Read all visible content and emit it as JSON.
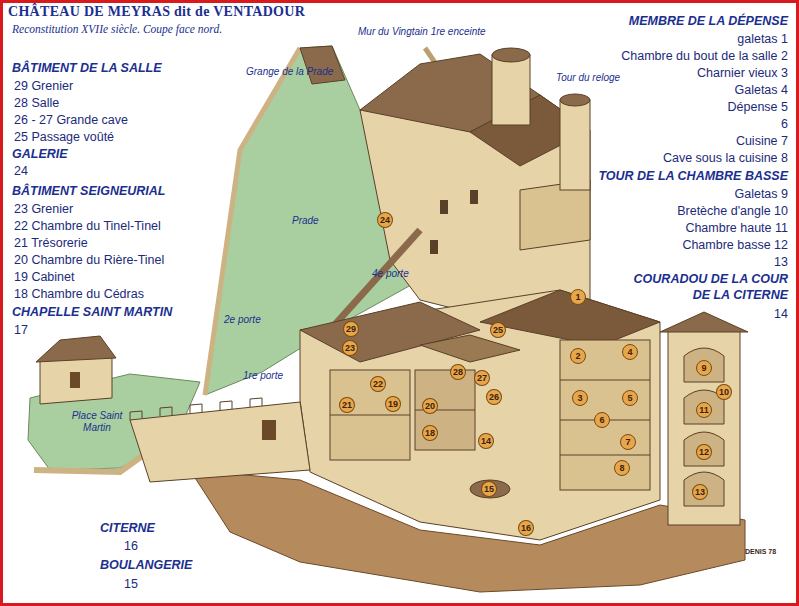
{
  "diagram": {
    "title": "CHÂTEAU DE MEYRAS dit de VENTADOUR",
    "caption": "Reconstitution XVIIe siècle. Coupe face nord.",
    "labels": [
      "BÂTIMENT DE LA SALLE",
      "29 Grenier",
      "28 Salle",
      "26 - 27 Grande cave",
      "25 Passage voûté",
      "GALERIE",
      "24",
      "BÂTIMENT SEIGNEURIAL",
      "23 Grenier",
      "22 Chambre du Tinel-Tinel",
      "21 Trésorerie",
      "20 Chambre du Rière-Tinel",
      "19 Cabinet",
      "18 Chambre du Cédras",
      "CHAPELLE SAINT MARTIN",
      "17",
      "MEMBRE DE LA DÉPENSE",
      "galetas 1",
      "Chambre du bout de la salle 2",
      "Charnier vieux 3",
      "Galetas 4",
      "Dépense 5",
      "6",
      "Cuisine 7",
      "Cave sous la cuisine 8",
      "TOUR DE LA CHAMBRE BASSE",
      "Galetas 9",
      "Bretèche d'angle 10",
      "Chambre haute 11",
      "Chambre basse 12",
      "13",
      "COURADOU DE LA COUR DE LA CITERNE",
      "14",
      "CITERNE",
      "16",
      "BOULANGERIE",
      "15",
      "Mur du Vingtain 1re enceinte",
      "Grange de la Prade",
      "Tour du reloge",
      "Prade",
      "4e porte",
      "2e porte",
      "1re porte",
      "Place Saint Martin",
      "DENIS 78",
      "1",
      "2",
      "3",
      "4",
      "5",
      "6",
      "7",
      "8",
      "9",
      "10",
      "11",
      "12",
      "13",
      "14",
      "15",
      "16",
      "18",
      "19",
      "20",
      "21",
      "22",
      "23",
      "24",
      "25",
      "26",
      "27",
      "28",
      "29"
    ]
  }
}
